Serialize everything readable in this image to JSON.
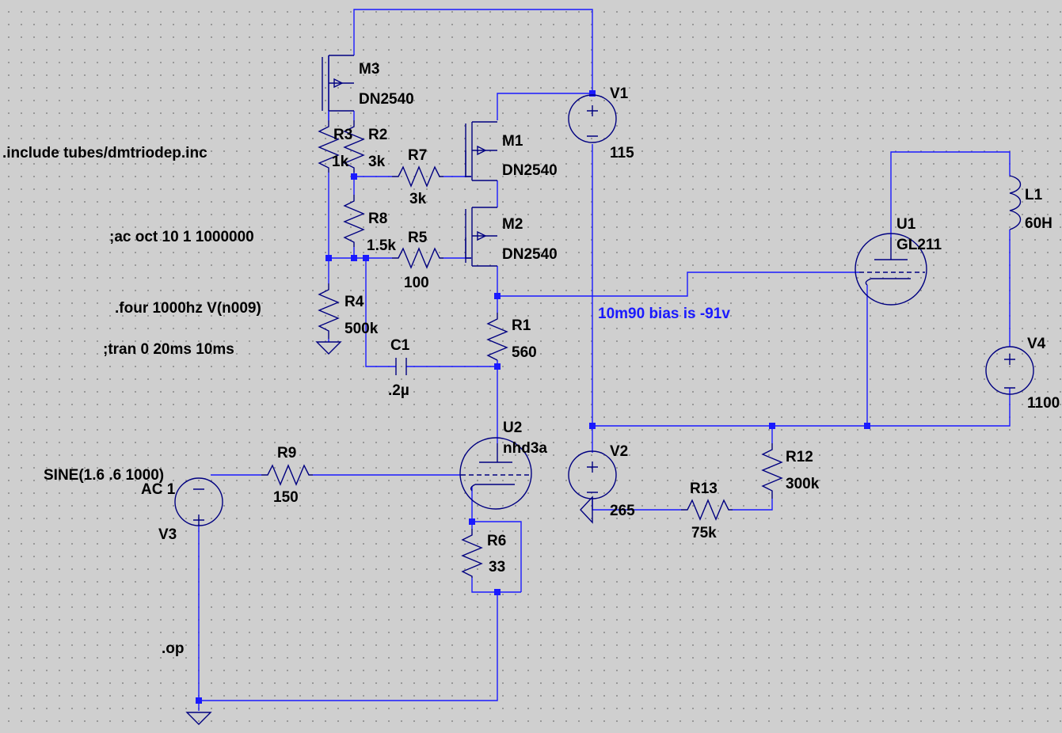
{
  "directives": {
    "include": ".include tubes/dmtriodep.inc",
    "ac": ";ac oct 10 1 1000000",
    "four": ".four 1000hz V(n009)",
    "tran": ";tran 0 20ms 10ms",
    "op": ".op"
  },
  "note": "10m90 bias is -91v",
  "components": {
    "M3": {
      "name": "M3",
      "value": "DN2540"
    },
    "M1": {
      "name": "M1",
      "value": "DN2540"
    },
    "M2": {
      "name": "M2",
      "value": "DN2540"
    },
    "R3": {
      "name": "R3",
      "value": "1k"
    },
    "R2": {
      "name": "R2",
      "value": "3k"
    },
    "R7": {
      "name": "R7",
      "value": "3k"
    },
    "R8": {
      "name": "R8",
      "value": "1.5k"
    },
    "R5": {
      "name": "R5",
      "value": "100"
    },
    "R4": {
      "name": "R4",
      "value": "500k"
    },
    "R1": {
      "name": "R1",
      "value": "560"
    },
    "C1": {
      "name": "C1",
      "value": ".2µ"
    },
    "R9": {
      "name": "R9",
      "value": "150"
    },
    "R6": {
      "name": "R6",
      "value": "33"
    },
    "R12": {
      "name": "R12",
      "value": "300k"
    },
    "R13": {
      "name": "R13",
      "value": "75k"
    },
    "V1": {
      "name": "V1",
      "value": "115"
    },
    "V2": {
      "name": "V2",
      "value": "265"
    },
    "V3": {
      "name": "V3",
      "value": "SINE(1.6 .6 1000)",
      "ac": "AC 1"
    },
    "V4": {
      "name": "V4",
      "value": "1100"
    },
    "U1": {
      "name": "U1",
      "value": "GL211"
    },
    "U2": {
      "name": "U2",
      "value": "nhd3a"
    },
    "L1": {
      "name": "L1",
      "value": "60H"
    }
  }
}
